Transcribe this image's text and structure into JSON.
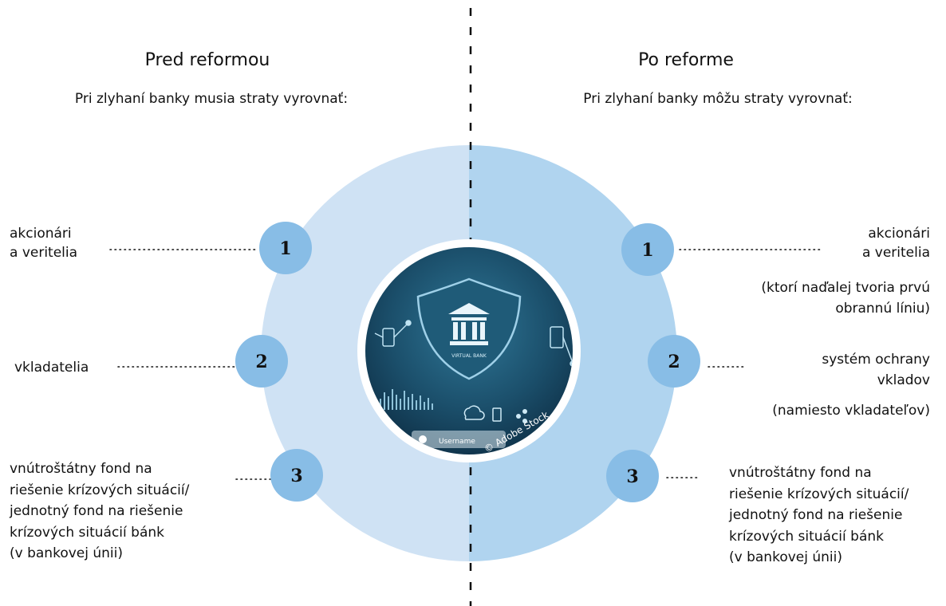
{
  "left": {
    "title": "Pred reformou",
    "subtitle": "Pri zlyhaní banky musia straty vyrovnať:",
    "item1": {
      "number": "1",
      "lines": [
        "akcionári",
        "a veritelia"
      ]
    },
    "item2": {
      "number": "2",
      "lines": [
        "vkladatelia"
      ]
    },
    "item3": {
      "number": "3",
      "lines": [
        "vnútroštátny fond na",
        "riešenie krízových situácií/",
        "jednotný fond na riešenie",
        "krízových situácií bánk",
        "(v bankovej únii)"
      ]
    }
  },
  "right": {
    "title": "Po reforme",
    "subtitle": "Pri zlyhaní banky môžu straty vyrovnať:",
    "item1": {
      "number": "1",
      "lines": [
        "akcionári",
        "a veritelia"
      ],
      "note": [
        "(ktorí naďalej tvoria prvú",
        "obrannú líniu)"
      ]
    },
    "item2": {
      "number": "2",
      "lines": [
        "systém ochrany",
        "vkladov"
      ],
      "note": [
        "(namiesto vkladateľov)"
      ]
    },
    "item3": {
      "number": "3",
      "lines": [
        "vnútroštátny fond na",
        "riešenie krízových situácií/",
        "jednotný fond na riešenie",
        "krízových situácií bánk",
        "(v bankovej únii)"
      ]
    }
  },
  "center_image": {
    "shield_label": "VIRTUAL BANK",
    "field_label": "Username",
    "credit": "© Adobe Stock"
  },
  "colors": {
    "ring_left": "#cfe2f4",
    "ring_right": "#b0d4ef",
    "badge": "#88bde6",
    "photo_dark": "#123a52",
    "photo_mid": "#2a6a8a"
  }
}
